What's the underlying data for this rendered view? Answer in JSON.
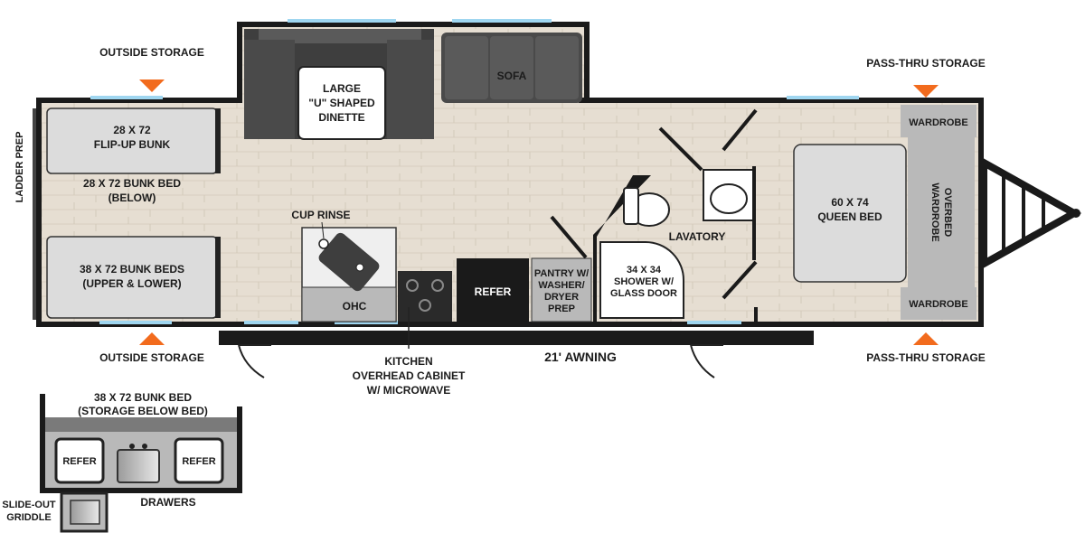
{
  "palette": {
    "wall": "#1a1a1a",
    "floor": "#e6ded2",
    "mattress": "#dcdcdc",
    "cabinet": "#b9b9b9",
    "accent": "#f26b1d",
    "window": "#9fd6f0"
  },
  "labels": {
    "outside_storage": "OUTSIDE STORAGE",
    "pass_thru_storage": "PASS-THRU STORAGE",
    "ladder_prep": "LADDER PREP",
    "flip_up_bunk": [
      "28 X 72",
      "FLIP-UP BUNK"
    ],
    "bunk_bed_below": [
      "28 X 72 BUNK BED",
      "(BELOW)"
    ],
    "bunk_beds_upper_lower": [
      "38 X 72 BUNK BEDS",
      "(UPPER & LOWER)"
    ],
    "dinette": [
      "LARGE",
      "\"U\" SHAPED",
      "DINETTE"
    ],
    "sofa": "SOFA",
    "cup_rinse": "CUP RINSE",
    "ohc": "OHC",
    "refer": "REFER",
    "pantry": [
      "PANTRY W/",
      "WASHER/",
      "DRYER",
      "PREP"
    ],
    "shower": [
      "34 X 34",
      "SHOWER W/",
      "GLASS DOOR"
    ],
    "lavatory": "LAVATORY",
    "wardrobe": "WARDROBE",
    "queen_bed": [
      "60 X 74",
      "QUEEN BED"
    ],
    "over_bed": [
      "OVERBED",
      "WARDROBE"
    ],
    "awning": "21' AWNING",
    "kitchen_cabinet": [
      "KITCHEN",
      "OVERHEAD CABINET",
      "W/ MICROWAVE"
    ],
    "alt_bunk": [
      "38 X 72 BUNK BED",
      "(STORAGE BELOW BED)"
    ],
    "alt_refer_left": "REFER",
    "alt_refer_right": "REFER",
    "drawers": "DRAWERS",
    "griddle": [
      "SLIDE-OUT",
      "GRIDDLE"
    ]
  }
}
